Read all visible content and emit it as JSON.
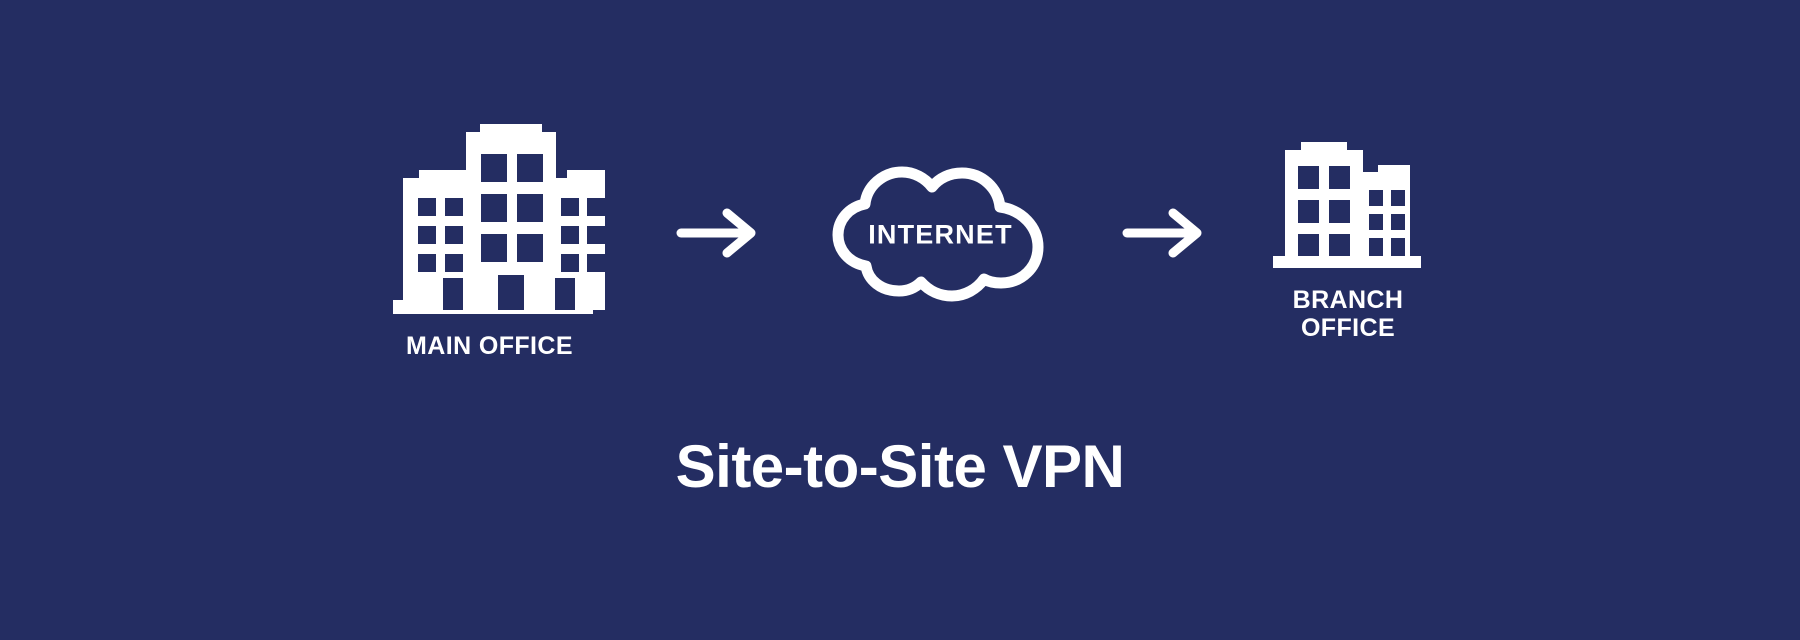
{
  "diagram": {
    "title": "Site-to-Site VPN",
    "background_color": "#242d62",
    "foreground_color": "#ffffff",
    "nodes": [
      {
        "id": "main-office",
        "label": "MAIN OFFICE",
        "icon": "office-buildings-icon"
      },
      {
        "id": "internet",
        "label": "INTERNET",
        "icon": "cloud-icon"
      },
      {
        "id": "branch-office",
        "label": "BRANCH\nOFFICE",
        "icon": "office-buildings-icon"
      }
    ],
    "connectors": [
      {
        "id": "arrow-left",
        "icon": "arrow-right-icon",
        "from": "main-office",
        "to": "internet"
      },
      {
        "id": "arrow-right",
        "icon": "arrow-right-icon",
        "from": "internet",
        "to": "branch-office"
      }
    ]
  }
}
